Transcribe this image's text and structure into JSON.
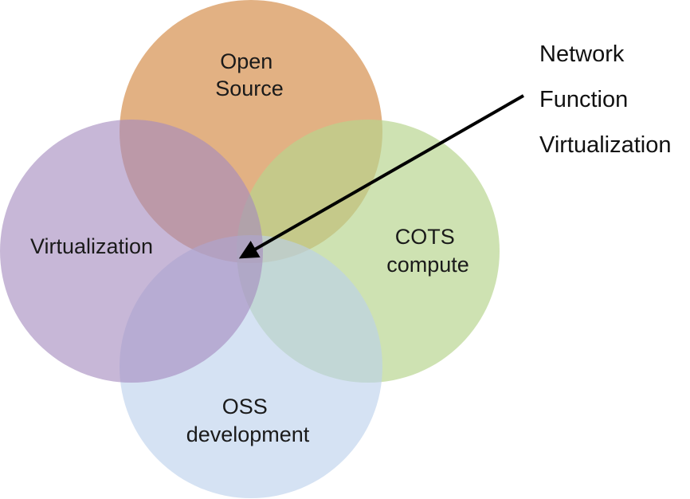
{
  "diagram": {
    "circles": [
      {
        "id": "open-source",
        "lines": [
          "Open",
          "Source"
        ],
        "color": "#D79353"
      },
      {
        "id": "cots-compute",
        "lines": [
          "COTS",
          "compute"
        ],
        "color": "#B7D48E"
      },
      {
        "id": "oss-development",
        "lines": [
          "OSS",
          "development"
        ],
        "color": "#BBD1EC"
      },
      {
        "id": "virtualization",
        "lines": [
          "Virtualization"
        ],
        "color": "#A58BBF"
      }
    ],
    "callout": {
      "lines": [
        "Network",
        "Function",
        "Virtualization"
      ]
    },
    "arrow_color": "#000000"
  }
}
